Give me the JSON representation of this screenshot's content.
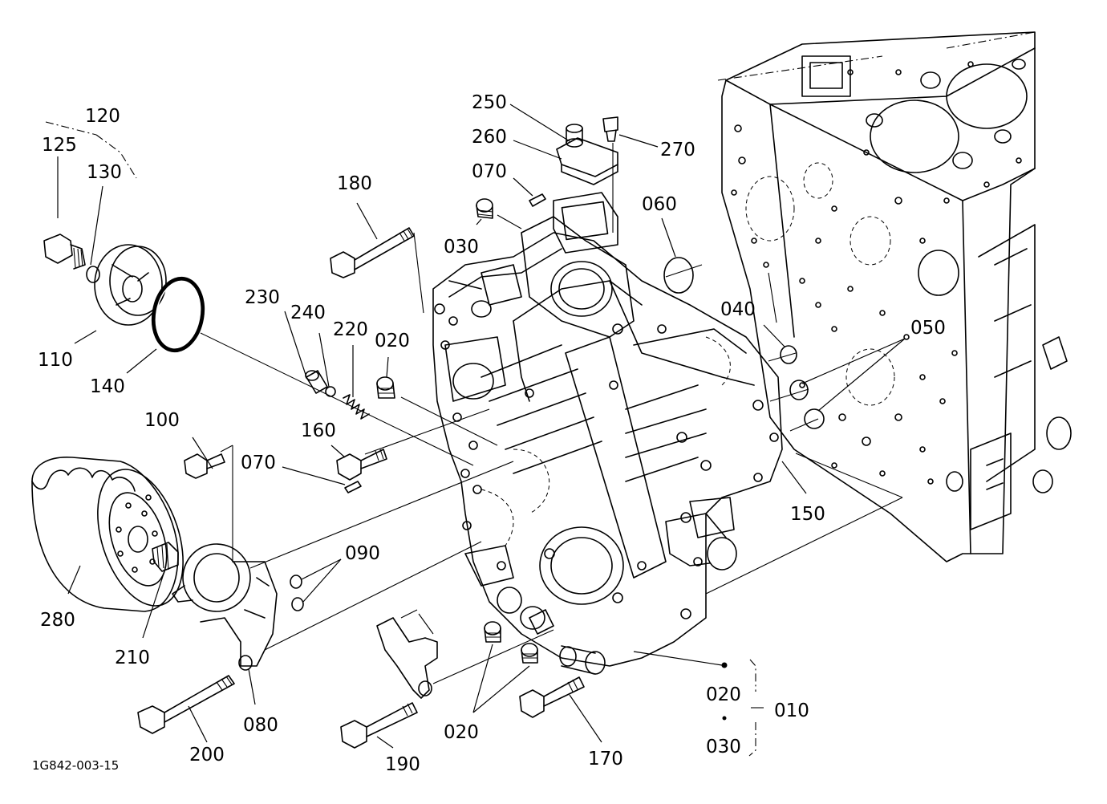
{
  "drawing_code": "1G842-003-15",
  "parts": [
    {
      "id": "p120",
      "number": "120"
    },
    {
      "id": "p125",
      "number": "125"
    },
    {
      "id": "p130",
      "number": "130"
    },
    {
      "id": "p110",
      "number": "110"
    },
    {
      "id": "p140",
      "number": "140"
    },
    {
      "id": "p180",
      "number": "180"
    },
    {
      "id": "p250",
      "number": "250"
    },
    {
      "id": "p260",
      "number": "260"
    },
    {
      "id": "p270",
      "number": "270"
    },
    {
      "id": "p070a",
      "number": "070"
    },
    {
      "id": "p060",
      "number": "060"
    },
    {
      "id": "p030a",
      "number": "030"
    },
    {
      "id": "p230",
      "number": "230"
    },
    {
      "id": "p240",
      "number": "240"
    },
    {
      "id": "p220",
      "number": "220"
    },
    {
      "id": "p020a",
      "number": "020"
    },
    {
      "id": "p040",
      "number": "040"
    },
    {
      "id": "p050",
      "number": "050"
    },
    {
      "id": "p100",
      "number": "100"
    },
    {
      "id": "p160",
      "number": "160"
    },
    {
      "id": "p070b",
      "number": "070"
    },
    {
      "id": "p150",
      "number": "150"
    },
    {
      "id": "p090",
      "number": "090"
    },
    {
      "id": "p280",
      "number": "280"
    },
    {
      "id": "p210",
      "number": "210"
    },
    {
      "id": "p080",
      "number": "080"
    },
    {
      "id": "p200",
      "number": "200"
    },
    {
      "id": "p190",
      "number": "190"
    },
    {
      "id": "p020b",
      "number": "020"
    },
    {
      "id": "p170",
      "number": "170"
    },
    {
      "id": "p020c",
      "number": "020"
    },
    {
      "id": "p010",
      "number": "010"
    },
    {
      "id": "p030b",
      "number": "030"
    }
  ]
}
